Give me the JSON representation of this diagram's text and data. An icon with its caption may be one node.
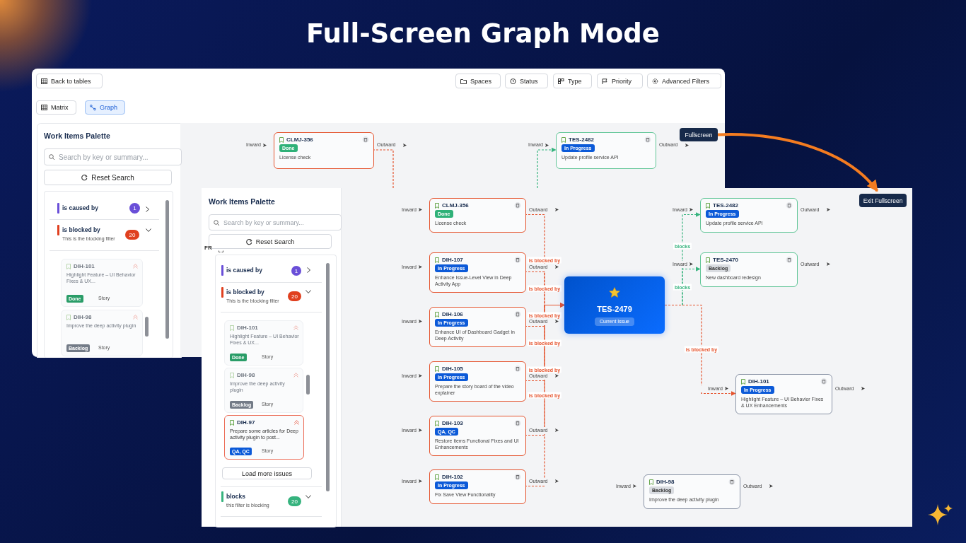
{
  "diagram": {
    "title": "Full-Screen Graph Mode",
    "nodes": [
      {
        "text": [
          "CLMJ-356",
          "Done",
          "License check"
        ],
        "beside": [
          "Inward",
          "Outward"
        ]
      },
      {
        "text": [
          "TES-2482",
          "In Progress",
          "Update profile service API"
        ],
        "beside": [
          "Inward",
          "Outward"
        ]
      },
      {
        "text": [
          "Fullscreen"
        ]
      },
      {
        "text": [
          "DIH-101",
          "Highlight Feature – UI Behavior Fixes & UX...",
          "Done",
          "Story"
        ]
      },
      {
        "text": [
          "DIH-98",
          "Improve the deep activity plugin",
          "Backlog",
          "Story"
        ]
      },
      {
        "text": [
          "DIH-101",
          "Highlight Feature – UI Behavior Fixes & UX...",
          "Done",
          "Story"
        ]
      },
      {
        "text": [
          "DIH-98",
          "Improve the deep activity plugin",
          "Backlog",
          "Story"
        ]
      },
      {
        "text": [
          "DIH-97",
          "Prepare some articles for Deep activity plugin to post...",
          "QA, QC",
          "Story"
        ]
      },
      {
        "text": [
          "CLMJ-356",
          "Done",
          "License check"
        ],
        "beside": [
          "Inward",
          "Outward"
        ]
      },
      {
        "text": [
          "DIH-107",
          "In Progress",
          "Enhance Issue-Level View in Deep Activity App"
        ],
        "beside": [
          "Inward",
          "Outward"
        ]
      },
      {
        "text": [
          "DIH-106",
          "In Progress",
          "Enhance UI of Dashboard Gadget in Deep Activity"
        ],
        "beside": [
          "Inward",
          "Outward"
        ]
      },
      {
        "text": [
          "DIH-105",
          "In Progress",
          "Prepare the story board of the video explainer"
        ],
        "beside": [
          "Inward",
          "Outward"
        ]
      },
      {
        "text": [
          "DIH-103",
          "QA, QC",
          "Restore items Functional Fixes and UI Enhancements"
        ],
        "beside": [
          "Inward",
          "Outward"
        ]
      },
      {
        "text": [
          "DIH-102",
          "In Progress",
          "Fix Save View Functionality"
        ],
        "beside": [
          "Inward",
          "Outward"
        ]
      },
      {
        "text": [
          "TES-2479",
          "Current Issue"
        ]
      },
      {
        "text": [
          "TES-2482",
          "In Progress",
          "Update profile service API"
        ],
        "beside": [
          "Inward",
          "Outward"
        ]
      },
      {
        "text": [
          "TES-2470",
          "Backlog",
          "New dashboard redesign"
        ],
        "beside": [
          "Inward",
          "Outward"
        ]
      },
      {
        "text": [
          "DIH-101",
          "In Progress",
          "Highlight Feature – UI Behavior Fixes & UX Enhancements"
        ],
        "beside": [
          "Inward",
          "Outward"
        ]
      },
      {
        "text": [
          "DIH-98",
          "Backlog",
          "Improve the deep activity plugin"
        ],
        "beside": [
          "Inward",
          "Outward"
        ]
      },
      {
        "text": [
          "Exit Fullscreen"
        ]
      }
    ],
    "edges": [
      {
        "from": 0,
        "to": null,
        "arrow": "none",
        "style": "dashed"
      },
      {
        "from": null,
        "to": 1,
        "arrow": "to",
        "style": "dashed",
        "color": "#36b37e"
      },
      {
        "from": 8,
        "to": 14,
        "arrow": "to",
        "style": "dashed",
        "label": "is blocked by"
      },
      {
        "from": 9,
        "to": 14,
        "arrow": "to",
        "style": "dashed",
        "label": "is blocked by"
      },
      {
        "from": 10,
        "to": 14,
        "arrow": "to",
        "style": "dashed",
        "label": "is blocked by"
      },
      {
        "from": 11,
        "to": 14,
        "arrow": "to",
        "style": "dashed",
        "label": "is blocked by"
      },
      {
        "from": 12,
        "to": 14,
        "arrow": "to",
        "style": "dashed",
        "label": "is blocked by"
      },
      {
        "from": 13,
        "to": 14,
        "arrow": "to",
        "style": "dashed",
        "label": "is blocked by"
      },
      {
        "from": 14,
        "to": 15,
        "arrow": "to",
        "style": "dashed",
        "color": "#36b37e",
        "label": "blocks"
      },
      {
        "from": 14,
        "to": 16,
        "arrow": "to",
        "style": "dashed",
        "color": "#36b37e",
        "label": "blocks"
      },
      {
        "from": 14,
        "to": 17,
        "arrow": "to",
        "style": "dashed",
        "label": "is blocked by"
      },
      {
        "from": 2,
        "to": 19,
        "arrow": "to",
        "style": "thick",
        "color": "#f47c20"
      }
    ],
    "labels": [
      "Back to tables",
      "Spaces",
      "Status",
      "Type",
      "Priority",
      "Advanced Filters",
      "Matrix",
      "Graph",
      "Work Items Palette",
      "Search by key or summary...",
      "Reset Search",
      "is caused by",
      "1",
      "is blocked by",
      "This is the blocking filter",
      "20",
      "Work Items Palette",
      "Search by key or summary...",
      "Reset Search",
      "FR",
      "is caused by",
      "1",
      "is blocked by",
      "This is the blocking filter",
      "20",
      "Load more issues",
      "blocks",
      "this filter is blocking",
      "20"
    ]
  }
}
